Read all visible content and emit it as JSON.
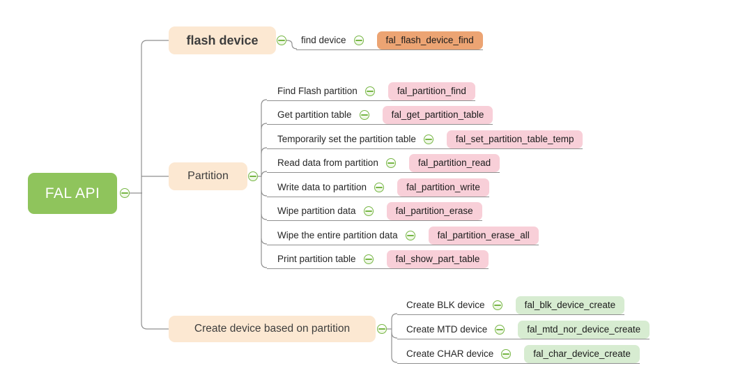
{
  "root": {
    "label": "FAL API",
    "color": "#8fc45c"
  },
  "colors": {
    "topic_bg": "#fce8d2",
    "line": "#8f8f8f",
    "collapse_icon_green": "#76b644",
    "background": "#ffffff"
  },
  "branches": [
    {
      "label": "flash device",
      "box_color": "#eca473",
      "children": [
        {
          "label": "find device",
          "func": "fal_flash_device_find"
        }
      ]
    },
    {
      "label": "Partition",
      "box_color": "#f8cfd8",
      "children": [
        {
          "label": "Find Flash partition",
          "func": "fal_partition_find"
        },
        {
          "label": "Get partition table",
          "func": "fal_get_partition_table"
        },
        {
          "label": "Temporarily set the partition table",
          "func": "fal_set_partition_table_temp"
        },
        {
          "label": "Read data from partition",
          "func": "fal_partition_read"
        },
        {
          "label": "Write data to partition",
          "func": "fal_partition_write"
        },
        {
          "label": "Wipe partition data",
          "func": "fal_partition_erase"
        },
        {
          "label": "Wipe the entire partition data",
          "func": "fal_partition_erase_all"
        },
        {
          "label": "Print partition table",
          "func": "fal_show_part_table"
        }
      ]
    },
    {
      "label": "Create device based on partition",
      "box_color": "#d7ecd1",
      "children": [
        {
          "label": "Create BLK device",
          "func": "fal_blk_device_create"
        },
        {
          "label": "Create MTD device",
          "func": "fal_mtd_nor_device_create"
        },
        {
          "label": "Create CHAR device",
          "func": "fal_char_device_create"
        }
      ]
    }
  ]
}
